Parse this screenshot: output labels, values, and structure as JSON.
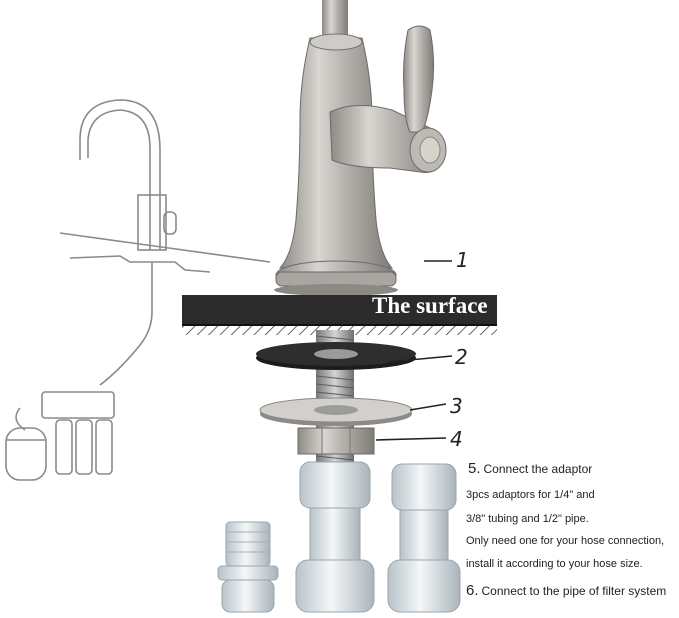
{
  "surface_label": "The surface",
  "callouts": [
    "1",
    "2",
    "3",
    "4"
  ],
  "steps": [
    {
      "number": "5.",
      "text": "Connect the adaptor"
    },
    {
      "number": "6.",
      "text": "Connect to the pipe of filter system"
    }
  ],
  "notes": [
    "3pcs adaptors for 1/4\" and",
    "3/8\" tubing and 1/2\" pipe.",
    "Only need one for your hose connection,",
    "install it according to your hose size."
  ],
  "colors": {
    "steel": "#b9b6b2",
    "surface": "#2b2b2b",
    "fitting": "#e6ecef",
    "sketch": "#8a8a8a"
  }
}
